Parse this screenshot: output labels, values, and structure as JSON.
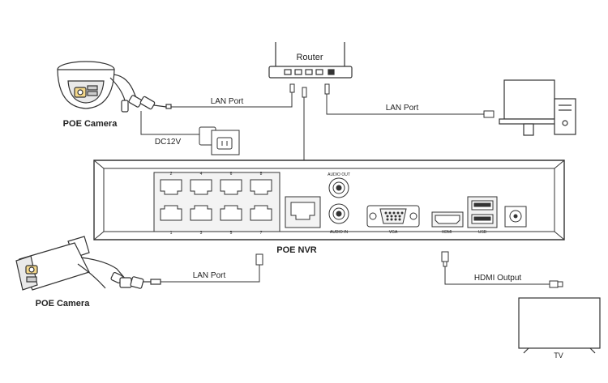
{
  "labels": {
    "router": "Router",
    "poe_camera_top": "POE Camera",
    "poe_camera_bottom": "POE Camera",
    "dc12v": "DC12V",
    "lan_port_camera_top": "LAN Port",
    "lan_port_pc": "LAN Port",
    "lan_port_camera_bottom": "LAN Port",
    "poe_nvr": "POE NVR",
    "hdmi_output": "HDMI Output",
    "tv": "TV"
  },
  "nvr_ports": {
    "audio_out": "AUDIO OUT",
    "audio_in": "AUDIO IN",
    "vga": "VGA",
    "hdmi": "HDMI",
    "usb": "USB",
    "port_numbers_top": [
      "2",
      "4",
      "6",
      "8"
    ],
    "port_numbers_bottom": [
      "1",
      "3",
      "5",
      "7"
    ]
  },
  "colors": {
    "line": "#333333",
    "device_fill": "#ffffff",
    "panel_fill": "#f3f3f3",
    "text": "#222222"
  },
  "icons": [
    "dome-camera-icon",
    "bullet-camera-icon",
    "router-icon",
    "pc-icon",
    "power-adapter-icon",
    "tv-icon",
    "rj45-connector-icon",
    "hdmi-connector-icon"
  ]
}
